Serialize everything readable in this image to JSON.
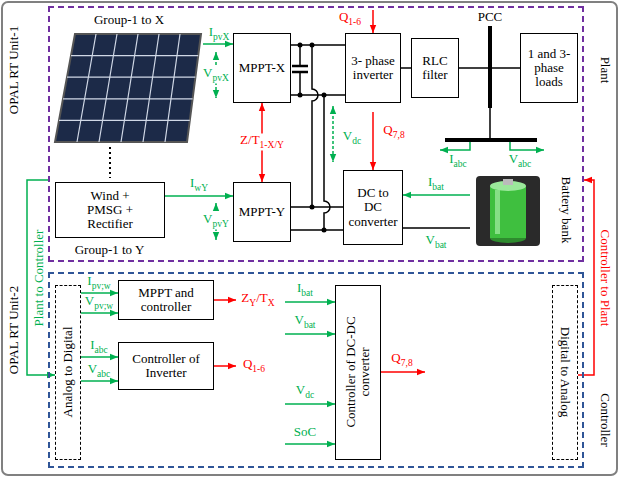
{
  "diagram": {
    "nodes": [
      {
        "text": [
          "OPAL RT Unit-1",
          "Plant"
        ]
      },
      {
        "text": [
          "Group-1 to X"
        ],
        "in": 0
      },
      {
        "text": [
          "MPPT-X"
        ],
        "in": 0
      },
      {
        "text": [
          "3- phase inverter"
        ],
        "in": 0
      },
      {
        "text": [
          "RLC filter"
        ],
        "in": 0
      },
      {
        "text": [
          "1 and 3- phase loads"
        ],
        "in": 0
      },
      {
        "text": [
          "Wind + PMSG + Rectifier",
          "Group-1 to Y"
        ],
        "in": 0
      },
      {
        "text": [
          "MPPT-Y"
        ],
        "in": 0
      },
      {
        "text": [
          "DC to DC converter"
        ],
        "in": 0
      },
      {
        "text": [
          "Battery bank"
        ],
        "in": 0
      },
      {
        "text": [
          "OPAL RT Unit-2",
          "Controller"
        ]
      },
      {
        "text": [
          "Analog to Digital"
        ],
        "in": 10
      },
      {
        "text": [
          "MPPT and controller"
        ],
        "in": 10
      },
      {
        "text": [
          "Controller of Inverter"
        ],
        "in": 10
      },
      {
        "text": [
          "Controller of DC-DC converter"
        ],
        "in": 10
      },
      {
        "text": [
          "Digital to Analog"
        ],
        "in": 10
      }
    ],
    "edges": [
      {
        "from": 1,
        "to": 2,
        "arrow": "to",
        "label": "IpvX"
      },
      {
        "from": 6,
        "to": 7,
        "arrow": "to",
        "label": "IwY"
      },
      {
        "from": 2,
        "to": 7,
        "arrow": "both",
        "label": "Z/T1-X/Y"
      },
      {
        "from": 2,
        "to": 3,
        "arrow": "none"
      },
      {
        "from": 7,
        "to": 8,
        "arrow": "none"
      },
      {
        "from": 3,
        "to": 4,
        "arrow": "none"
      },
      {
        "from": 4,
        "to": 5,
        "arrow": "none"
      },
      {
        "from": 9,
        "to": 8,
        "arrow": "to",
        "label": "Ibat"
      },
      {
        "from": 0,
        "to": 11,
        "arrow": "to",
        "label": "Plant to Controller"
      },
      {
        "from": 15,
        "to": 0,
        "arrow": "to",
        "label": "Controller to Plant"
      },
      {
        "from": 11,
        "to": 12,
        "arrow": "to",
        "label": "Ipv;w"
      },
      {
        "from": 11,
        "to": 12,
        "arrow": "to",
        "label": "Vpv;w"
      },
      {
        "from": 11,
        "to": 13,
        "arrow": "to",
        "label": "Iabc"
      },
      {
        "from": 11,
        "to": 13,
        "arrow": "to",
        "label": "Vabc"
      }
    ],
    "labels": [
      "VpvX",
      "Q1-6",
      "PCC",
      "Q7,8",
      "Iabc",
      "Vabc",
      "Vdc",
      "VpvY",
      "Vbat",
      "ZY/TX",
      "Q1-6",
      "Ibat",
      "Vbat",
      "Vdc",
      "SoC",
      "Q7,8"
    ]
  }
}
